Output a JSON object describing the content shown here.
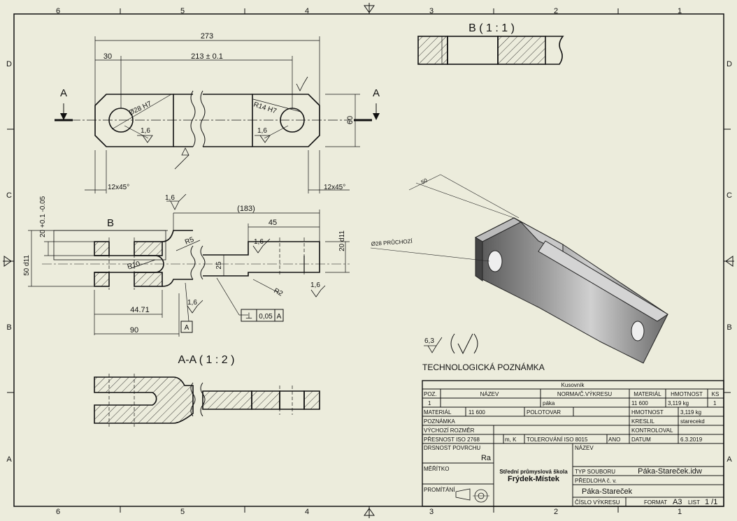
{
  "zones": {
    "cols_top": [
      "6",
      "5",
      "4",
      "3",
      "2",
      "1"
    ],
    "cols_bottom": [
      "6",
      "5",
      "4",
      "3",
      "2",
      "1"
    ],
    "rows_left": [
      "D",
      "C",
      "B",
      "A"
    ],
    "rows_right": [
      "D",
      "C",
      "B",
      "A"
    ]
  },
  "top_view": {
    "section_label_left": "A",
    "section_label_right": "A",
    "dim_overall": "273",
    "dim_30": "30",
    "dim_213": "213 ± 0.1",
    "dim_60": "60",
    "hole_left": "Ø28 H7",
    "hole_right": "R14 H7",
    "rough_left": "1,6",
    "rough_right": "1,6",
    "chamfer_left": "12x45°",
    "chamfer_right": "12x45°"
  },
  "side_view": {
    "label_b": "B",
    "dim_top_tol": "20 +0.1 -0.05",
    "dim_50": "50 d11",
    "dim_183": "(183)",
    "dim_45": "45",
    "dim_20d11": "20 d11",
    "dim_r5": "R5",
    "dim_r10": "R10",
    "dim_25": "25",
    "dim_r2": "R2",
    "dim_4471": "44.71",
    "dim_90": "90",
    "rough_1": "1,6",
    "rough_2": "1,6",
    "rough_3": "1,6",
    "rough_4": "1,6",
    "tolerance_sym": "⊥",
    "tolerance_val": "0,05",
    "tolerance_ref": "A",
    "datum": "A"
  },
  "section_aa": {
    "title": "A-A ( 1 : 2 )"
  },
  "detail_b": {
    "title": "B ( 1 : 1 )"
  },
  "iso_view": {
    "dim_50": "50",
    "note_hole": "Ø28 PRŮCHOZÍ"
  },
  "tech_note": {
    "rough_main": "6,3",
    "title": "TECHNOLOGICKÁ POZNÁMKA"
  },
  "title_block": {
    "kusovnik": "Kusovník",
    "headers": [
      "POZ.",
      "NÁZEV",
      "NORMA/Č.VÝKRESU",
      "MATERIÁL",
      "HMOTNOST",
      "KS"
    ],
    "row": [
      "1",
      "",
      "páka",
      "11 600",
      "3,119 kg",
      "1"
    ],
    "material_label": "MATERIÁL",
    "material_value": "11 600",
    "polotovar_label": "POLOTOVAR",
    "hmotnost_label": "HMOTNOST",
    "hmotnost_value": "3,119 kg",
    "poznamka_label": "POZNÁMKA",
    "kreslil_label": "KRESLIL",
    "kreslil_value": "starecekd",
    "vychozi_label": "VÝCHOZÍ ROZMĚR",
    "kontroloval_label": "KONTROLOVAL",
    "presnost_label": "PŘESNOST ISO 2768",
    "presnost_value": "m, K",
    "tolerovani_label": "TOLEROVÁNÍ ISO 8015",
    "tolerovani_value": "ANO",
    "datum_label": "DATUM",
    "datum_value": "6.3.2019",
    "drsnost_label": "DRSNOST POVRCHU",
    "drsnost_value": "Ra",
    "nazev_label": "NÁZEV",
    "meritko_label": "MĚŘÍTKO",
    "school_line1": "Střední průmyslová škola",
    "school_line2": "Frýdek-Místek",
    "typ_label": "TYP SOUBORU",
    "typ_value": "Páka-Stareček.idw",
    "predloha_label": "PŘEDLOHA č. v.",
    "nazev_value": "Páka-Stareček",
    "promitani_label": "PROMÍTÁNÍ",
    "cislo_label": "ČÍSLO VÝKRESU",
    "format_label": "FORMAT",
    "format_value": "A3",
    "list_label": "LIST",
    "list_value": "1 /1"
  }
}
